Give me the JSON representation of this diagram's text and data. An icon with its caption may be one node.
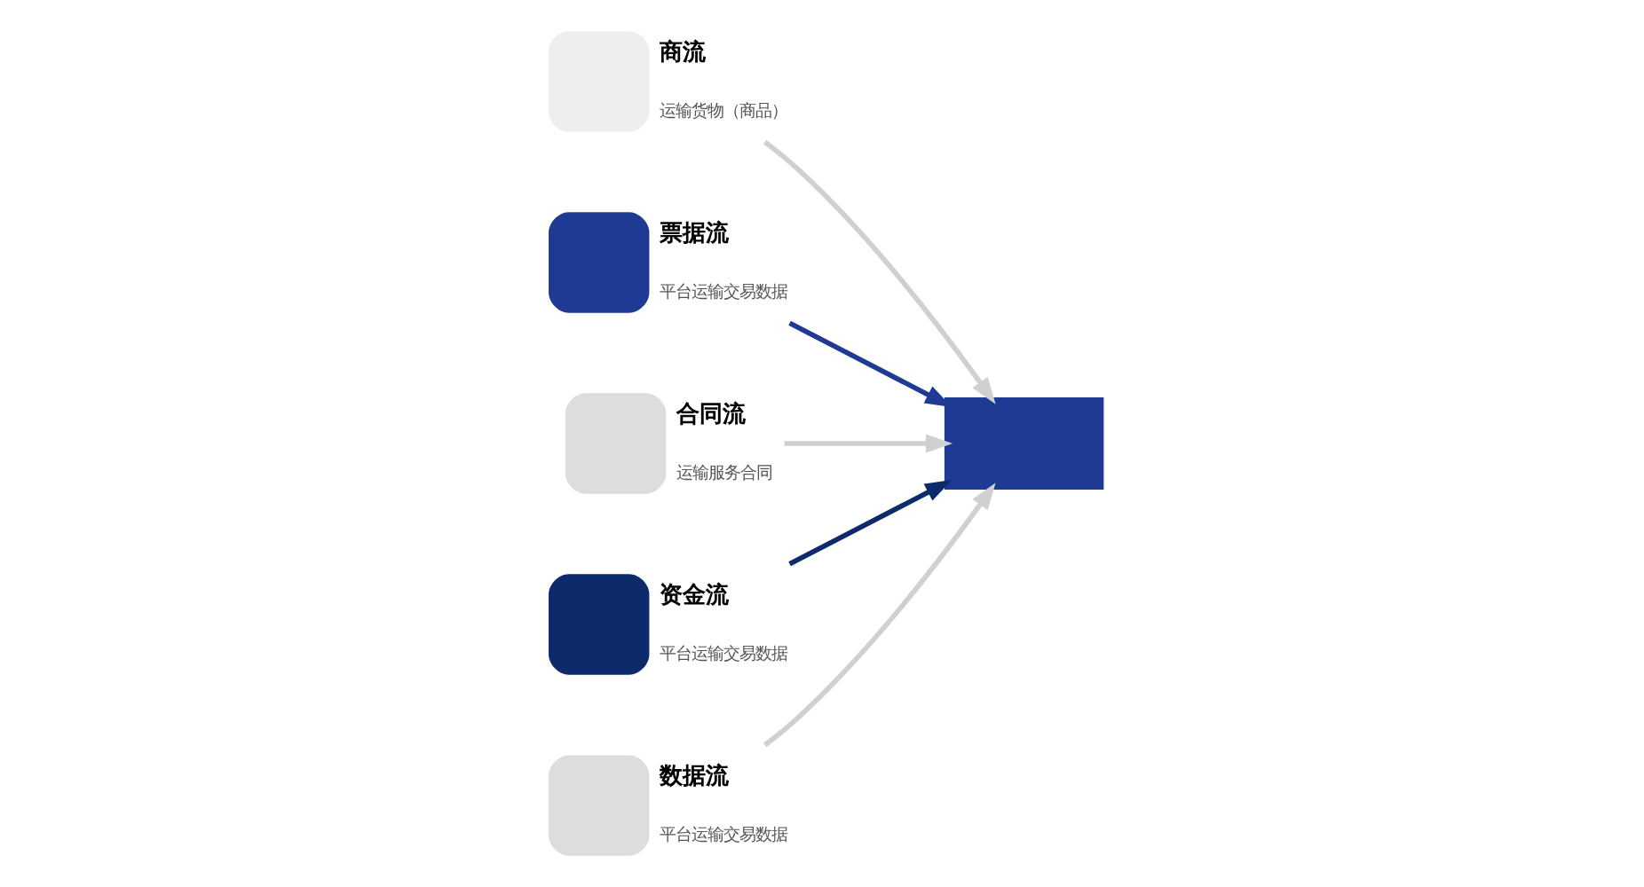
{
  "diagram": {
    "nodes": [
      {
        "text": [
          "商流",
          "运输货物（商品）"
        ]
      },
      {
        "text": [
          "票据流",
          "平台运输交易数据"
        ]
      },
      {
        "text": [
          "合同流",
          "运输服务合同"
        ]
      },
      {
        "text": [
          "资金流",
          "平台运输交易数据"
        ]
      },
      {
        "text": [
          "数据流",
          "平台运输交易数据"
        ]
      },
      {
        "text": [],
        "shape": "box"
      }
    ],
    "edges": [
      {
        "from": 0,
        "to": 5,
        "arrow": "to"
      },
      {
        "from": 1,
        "to": 5,
        "arrow": "to",
        "color": "#1f3a93"
      },
      {
        "from": 2,
        "to": 5,
        "arrow": "to"
      },
      {
        "from": 3,
        "to": 5,
        "arrow": "to",
        "color": "#0d2a6b"
      },
      {
        "from": 4,
        "to": 5,
        "arrow": "to"
      }
    ]
  }
}
